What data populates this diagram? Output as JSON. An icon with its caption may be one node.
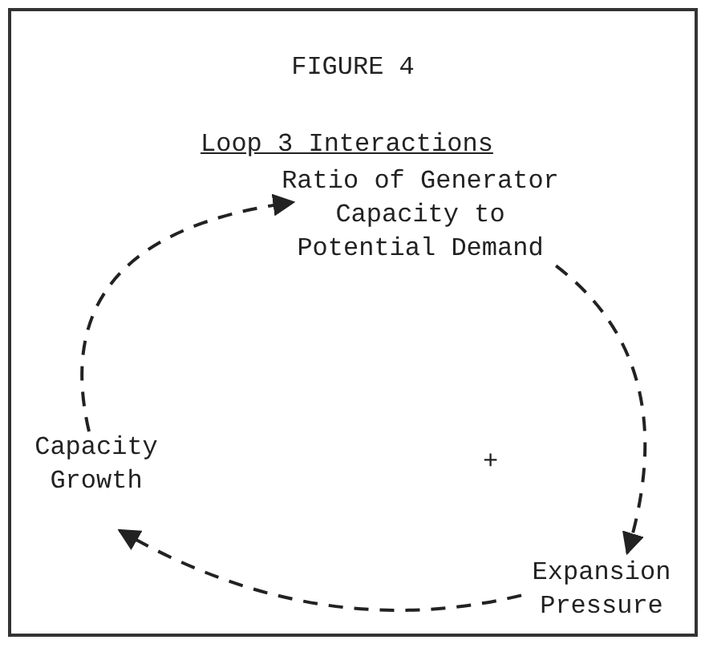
{
  "diagram": {
    "title": "FIGURE 4",
    "nodes": [
      {
        "text": [
          "Ratio of Generator Capacity to Potential Demand"
        ]
      },
      {
        "text": [
          "Expansion Pressure"
        ]
      },
      {
        "text": [
          "Capacity Growth"
        ]
      }
    ],
    "edges": [
      {
        "from": 0,
        "to": 1,
        "arrow": "to",
        "style": "dashed"
      },
      {
        "from": 1,
        "to": 2,
        "arrow": "to",
        "style": "dashed"
      },
      {
        "from": 2,
        "to": 0,
        "arrow": "to",
        "style": "dashed"
      }
    ],
    "labels": [
      "Loop 3 Interactions",
      "+"
    ]
  }
}
